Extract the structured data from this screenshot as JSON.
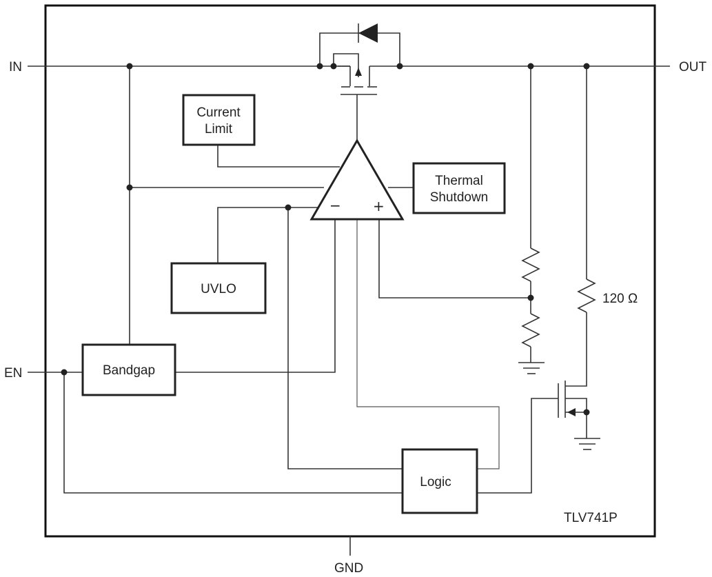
{
  "pins": {
    "in": "IN",
    "out": "OUT",
    "en": "EN",
    "gnd": "GND"
  },
  "blocks": {
    "current_limit_line1": "Current",
    "current_limit_line2": "Limit",
    "thermal_shutdown_line1": "Thermal",
    "thermal_shutdown_line2": "Shutdown",
    "uvlo": "UVLO",
    "bandgap": "Bandgap",
    "logic": "Logic"
  },
  "amplifier": {
    "minus_sign": "−",
    "plus_sign": "+"
  },
  "pulldown_resistor": "120 Ω",
  "part_number": "TLV741P"
}
